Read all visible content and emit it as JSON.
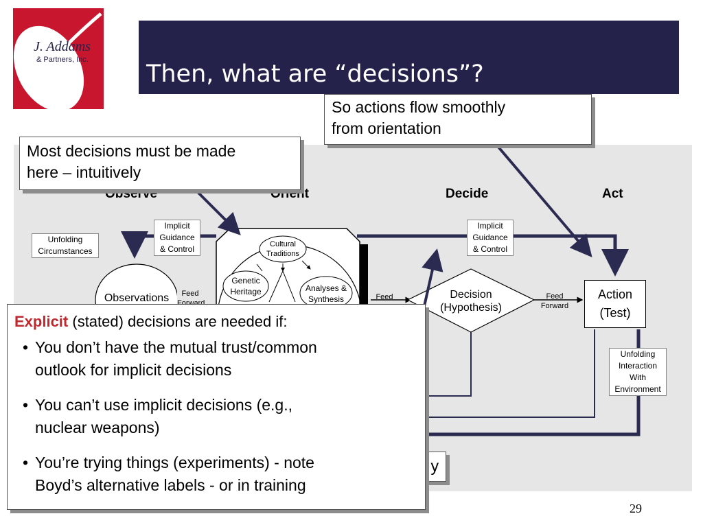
{
  "logo": {
    "line1": "J. Addams",
    "line2": "& Partners, Inc."
  },
  "slide": {
    "title": "Then, what are “decisions”?",
    "page_number": "29"
  },
  "phases": {
    "observe": "Observe",
    "orient": "Orient",
    "decide": "Decide",
    "act": "Act"
  },
  "diagram": {
    "implicit_left": [
      "Implicit",
      "Guidance",
      "& Control"
    ],
    "implicit_right": [
      "Implicit",
      "Guidance",
      "& Control"
    ],
    "unfolding_circumstances": [
      "Unfolding",
      "Circumstances"
    ],
    "observations": "Observations",
    "feed_forward_1": [
      "Feed",
      "Forward"
    ],
    "cultural_traditions": [
      "Cultural",
      "Traditions"
    ],
    "genetic_heritage": [
      "Genetic",
      "Heritage"
    ],
    "analyses_synthesis": [
      "Analyses &",
      "Synthesis"
    ],
    "feed_2": "Feed",
    "decision": [
      "Decision",
      "(Hypothesis)"
    ],
    "feed_forward_3": [
      "Feed",
      "Forward"
    ],
    "action": [
      "Action",
      "(Test)"
    ],
    "unfolding_interaction": [
      "Unfolding",
      "Interaction",
      "With",
      "Environment"
    ],
    "partial_label": "y"
  },
  "callouts": {
    "top_right": [
      "So actions flow smoothly",
      "from orientation"
    ],
    "top_left": [
      "Most decisions must be made",
      "here – intuitively"
    ]
  },
  "explicit": {
    "emphasis": "Explicit",
    "rest": " (stated) decisions are needed if:",
    "bullets": [
      [
        "You don’t have the mutual trust/common",
        "outlook for implicit decisions"
      ],
      [
        "You can’t use implicit decisions (e.g.,",
        "nuclear weapons)"
      ],
      [
        "You’re trying things (experiments) - note",
        "Boyd’s alternative  labels - or in training"
      ]
    ]
  },
  "colors": {
    "title_bar": "#24214a",
    "logo_bg": "#c8162f",
    "accent": "#c0282d",
    "line": "#2b2a50"
  }
}
